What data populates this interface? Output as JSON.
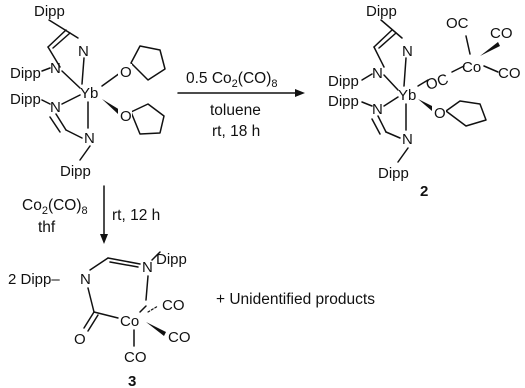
{
  "labels": {
    "dipp": "Dipp",
    "dipp_bond": "Dipp–",
    "dipp_left": "2 Dipp–",
    "N": "N",
    "O": "O",
    "Yb": "Yb",
    "Co": "Co",
    "CO": "CO",
    "OC": "OC"
  },
  "reactions": [
    {
      "reagent": "0.5 Co",
      "reagent_sub": "2",
      "reagent_mid": "(CO)",
      "reagent_sub2": "8",
      "solvent": "toluene",
      "conditions": "rt, 18 h"
    },
    {
      "reagent": "Co",
      "reagent_sub": "2",
      "reagent_mid": "(CO)",
      "reagent_sub2": "8",
      "solvent": "thf",
      "conditions": "rt, 12 h"
    }
  ],
  "compound_numbers": {
    "product_2": "2",
    "product_3": "3"
  },
  "byproduct": "+  Unidentified products"
}
